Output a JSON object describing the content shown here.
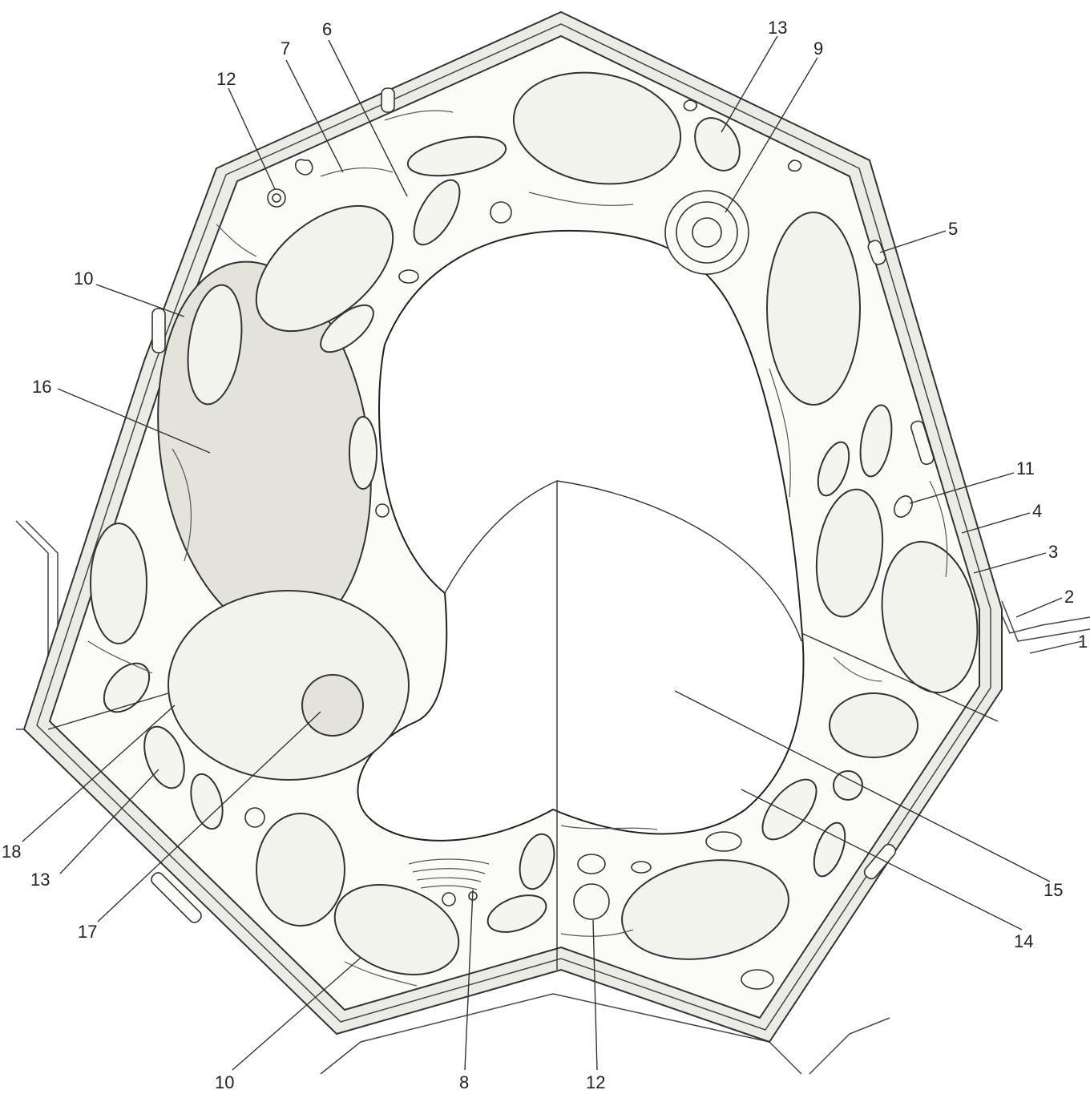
{
  "labels": [
    {
      "id": "1",
      "text": "1"
    },
    {
      "id": "2",
      "text": "2"
    },
    {
      "id": "3",
      "text": "3"
    },
    {
      "id": "4",
      "text": "4"
    },
    {
      "id": "5",
      "text": "5"
    },
    {
      "id": "6",
      "text": "6"
    },
    {
      "id": "7",
      "text": "7"
    },
    {
      "id": "8",
      "text": "8"
    },
    {
      "id": "9",
      "text": "9"
    },
    {
      "id": "10a",
      "text": "10"
    },
    {
      "id": "10b",
      "text": "10"
    },
    {
      "id": "11",
      "text": "11"
    },
    {
      "id": "12a",
      "text": "12"
    },
    {
      "id": "12b",
      "text": "12"
    },
    {
      "id": "13a",
      "text": "13"
    },
    {
      "id": "13b",
      "text": "13"
    },
    {
      "id": "14",
      "text": "14"
    },
    {
      "id": "15",
      "text": "15"
    },
    {
      "id": "16",
      "text": "16"
    },
    {
      "id": "17",
      "text": "17"
    },
    {
      "id": "18",
      "text": "18"
    }
  ]
}
